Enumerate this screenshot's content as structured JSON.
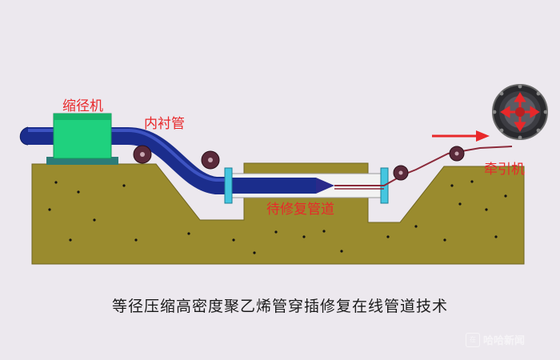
{
  "labels": {
    "reducer": "缩径机",
    "liner": "内衬管",
    "target_pipe": "待修复管道",
    "puller": "牵引机"
  },
  "caption": "等径压缩高密度聚乙烯管穿插修复在线管道技术",
  "watermark": {
    "logo_chars": "在",
    "text": "哈哈新闻"
  },
  "colors": {
    "background": "#ece8ee",
    "ground": "#9a8b2e",
    "pipe": "#1b2d8c",
    "reducer": "#1fd17e",
    "label": "#e8282a",
    "cable": "#8b2a3a",
    "flange": "#45c6e0"
  }
}
